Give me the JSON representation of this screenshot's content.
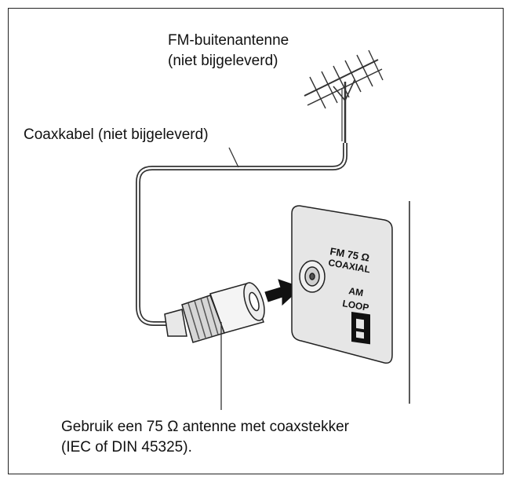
{
  "labels": {
    "fm_antenna_line1": "FM-buitenantenne",
    "fm_antenna_line2": "(niet bijgeleverd)",
    "coax_cable": "Coaxkabel (niet bijgeleverd)",
    "note_line1": "Gebruik een 75 Ω antenne met coaxstekker",
    "note_line2": "(IEC of DIN 45325)."
  },
  "panel": {
    "fm_line1": "FM 75 Ω",
    "fm_line2": "COAXIAL",
    "am_line1": "AM",
    "am_line2": "LOOP"
  }
}
